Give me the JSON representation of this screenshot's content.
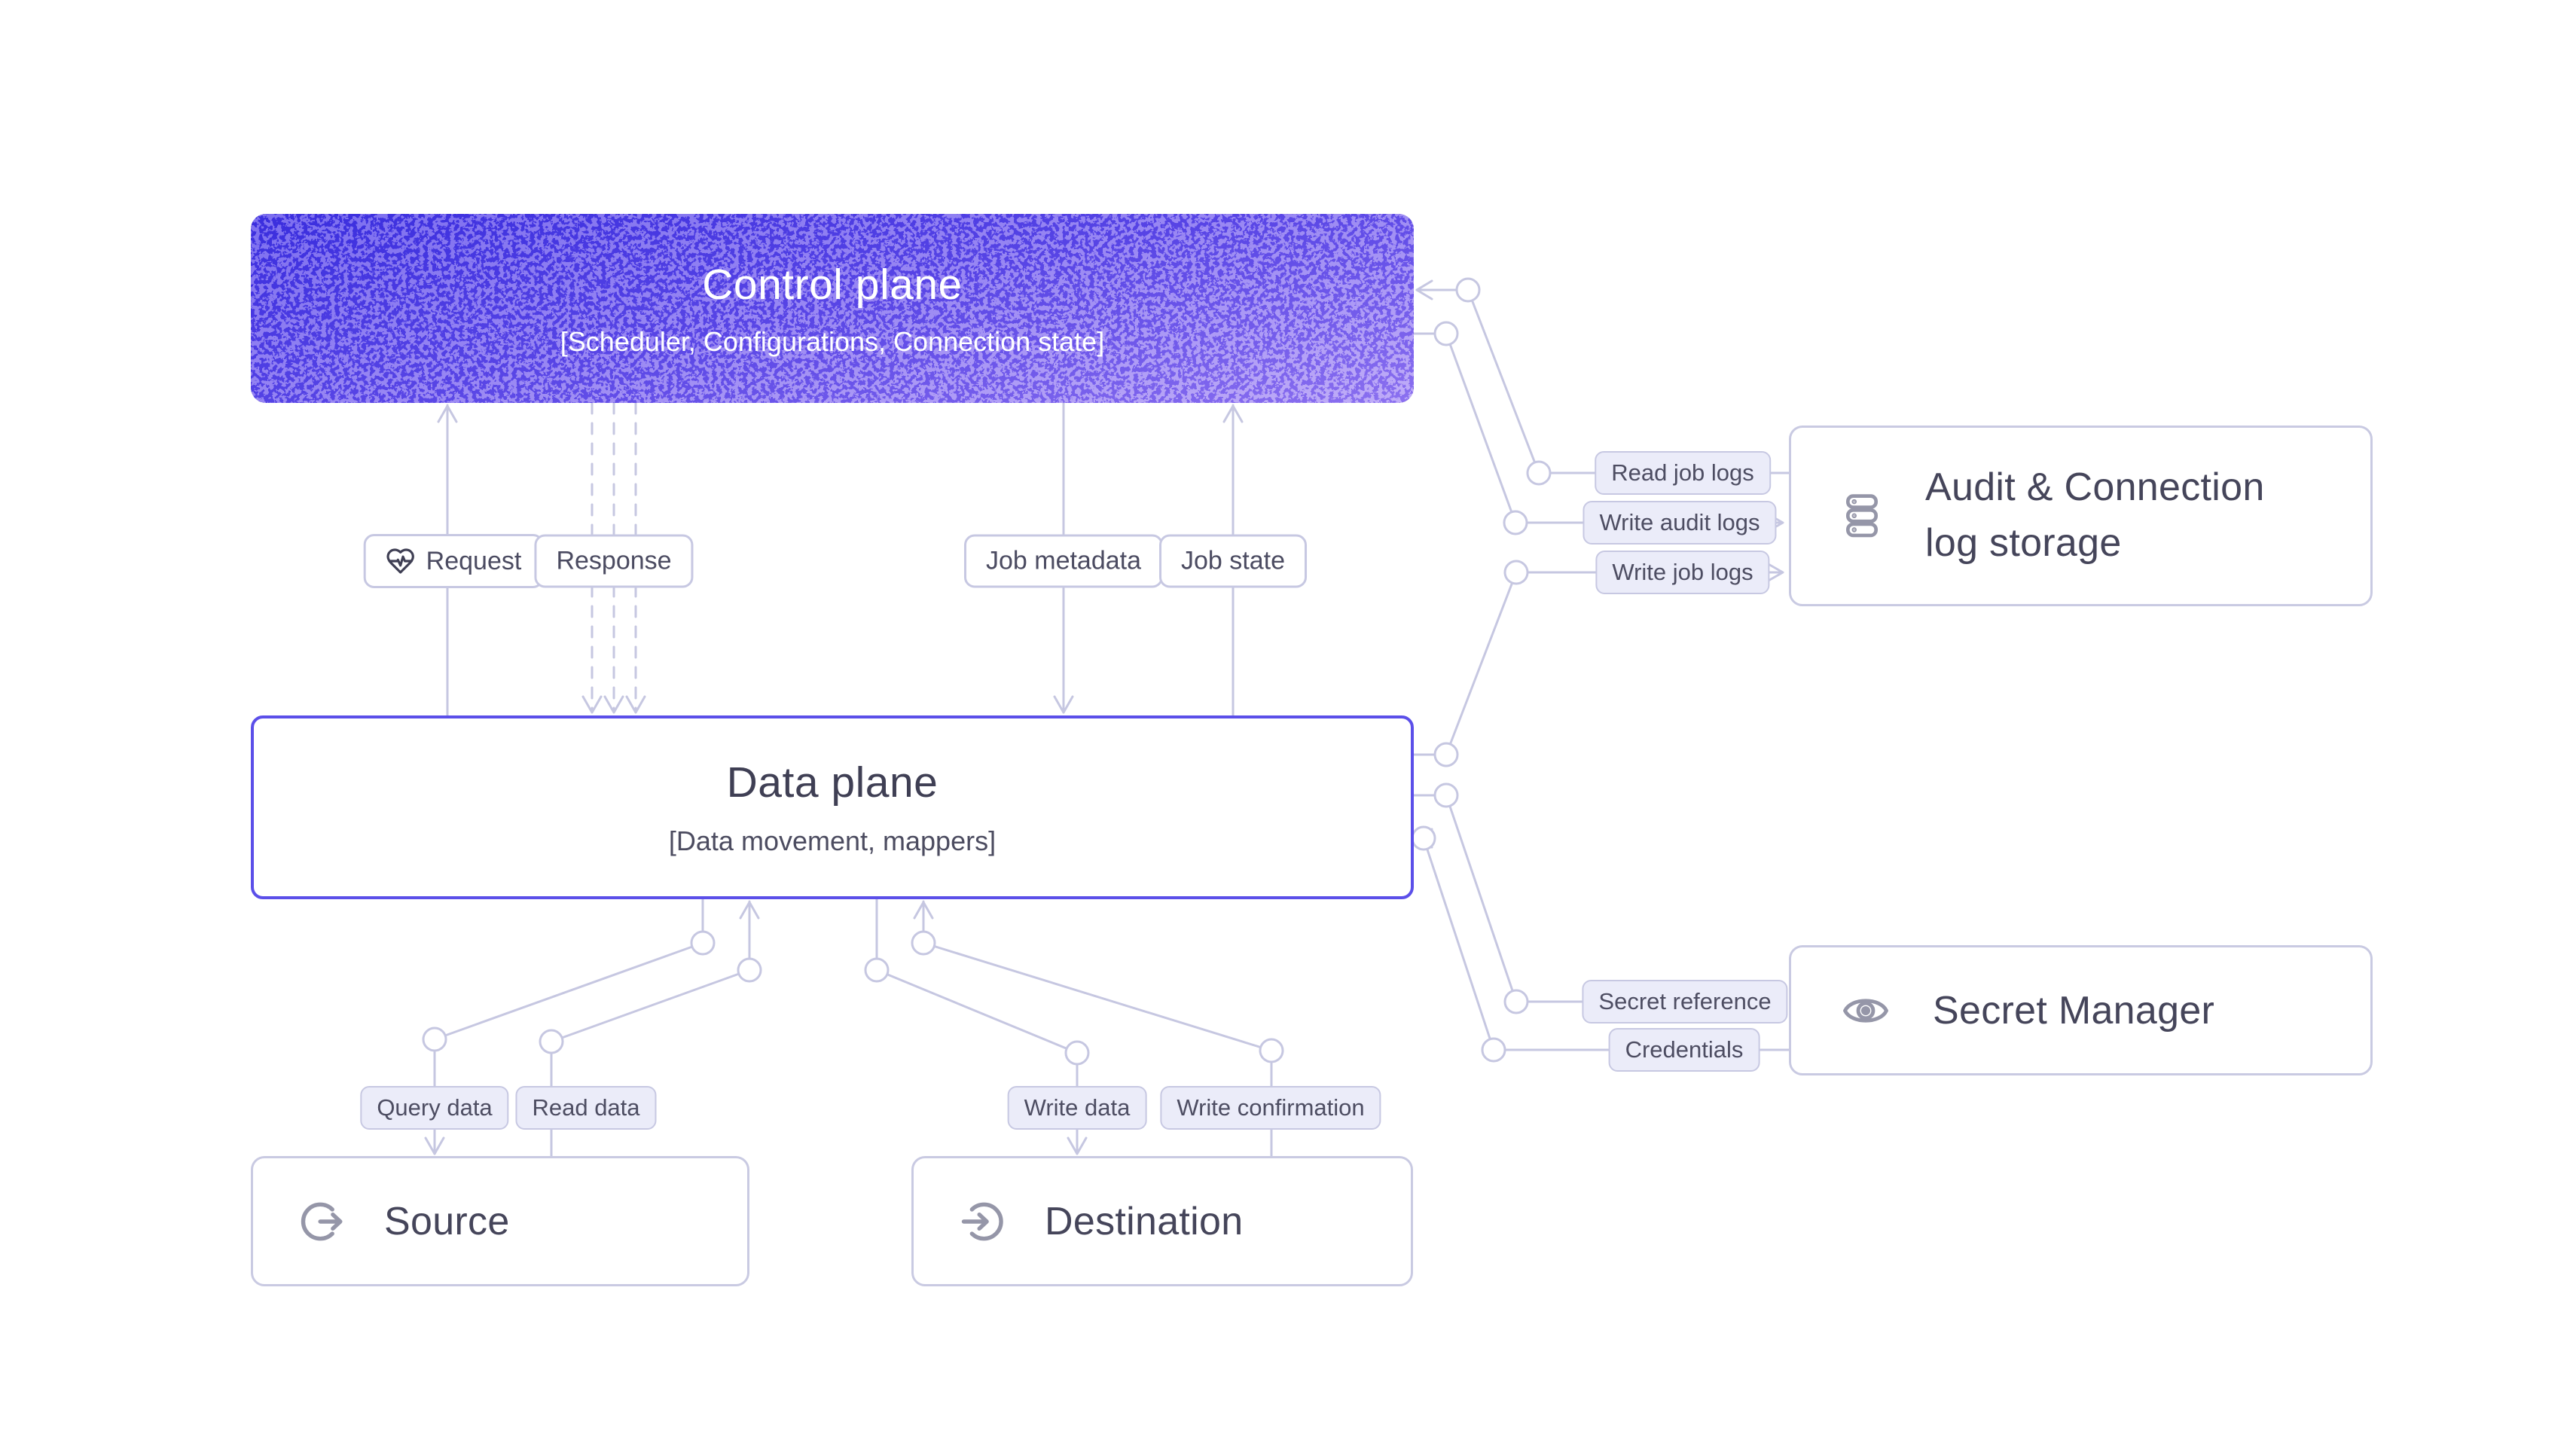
{
  "diagram": {
    "nodes": {
      "control_plane": {
        "title": "Control plane",
        "subtitle": "[Scheduler, Configurations, Connection state]"
      },
      "data_plane": {
        "title": "Data plane",
        "subtitle": "[Data movement, mappers]"
      },
      "source": {
        "title": "Source"
      },
      "destination": {
        "title": "Destination"
      },
      "audit_log_storage": {
        "title": "Audit & Connection log storage"
      },
      "secret_manager": {
        "title": "Secret Manager"
      }
    },
    "edge_labels": {
      "request": "Request",
      "response": "Response",
      "job_metadata": "Job metadata",
      "job_state": "Job state",
      "query_data": "Query data",
      "read_data": "Read data",
      "write_data": "Write data",
      "write_confirmation": "Write confirmation",
      "read_job_logs": "Read job logs",
      "write_audit_logs": "Write audit logs",
      "write_job_logs": "Write job logs",
      "secret_reference": "Secret reference",
      "credentials": "Credentials"
    },
    "icons": {
      "request": "heart-pulse-icon",
      "source": "arrow-out-of-circle-icon",
      "destination": "arrow-into-circle-icon",
      "audit_log_storage": "database-stack-icon",
      "secret_manager": "eye-icon"
    },
    "colors": {
      "background": "#ffffff",
      "control_plane_gradient_top": "#5a4be9",
      "control_plane_gradient_bottom": "#ab93f5",
      "data_plane_border": "#5b4fe9",
      "node_border": "#c9cae2",
      "connector_line": "#c6c7e1",
      "pill_fill": "#ebecf9",
      "pill_border": "#c7c8e2",
      "text_dark": "#45455a",
      "icon_gray": "#9596a8"
    }
  }
}
